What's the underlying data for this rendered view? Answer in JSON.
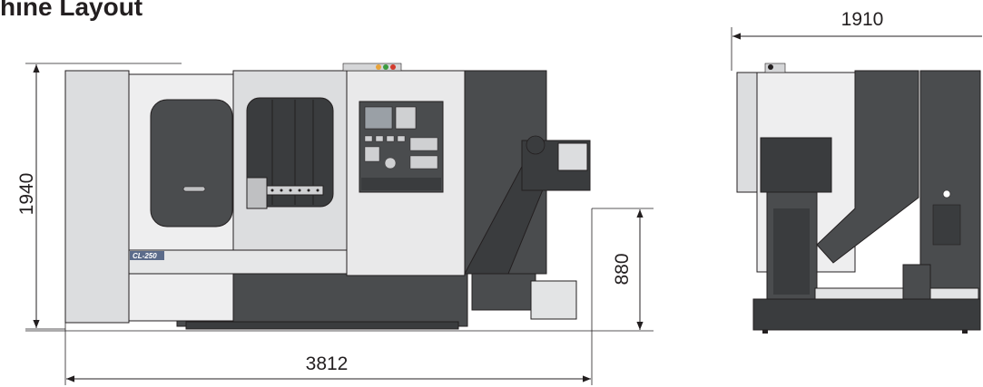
{
  "title": "hine Layout",
  "dimensions": {
    "front_height": "1940",
    "front_width": "3812",
    "bed_height": "880",
    "side_depth": "1910"
  },
  "badge": "CL-250",
  "colors": {
    "dark": "#4a4c4e",
    "darker": "#3a3c3e",
    "panel": "#dcdddf",
    "light": "#f2f2f2",
    "line": "#231f20",
    "lamp_green": "#3a9b3f",
    "lamp_red": "#d33a2c",
    "lamp_amber": "#e8a33a"
  }
}
